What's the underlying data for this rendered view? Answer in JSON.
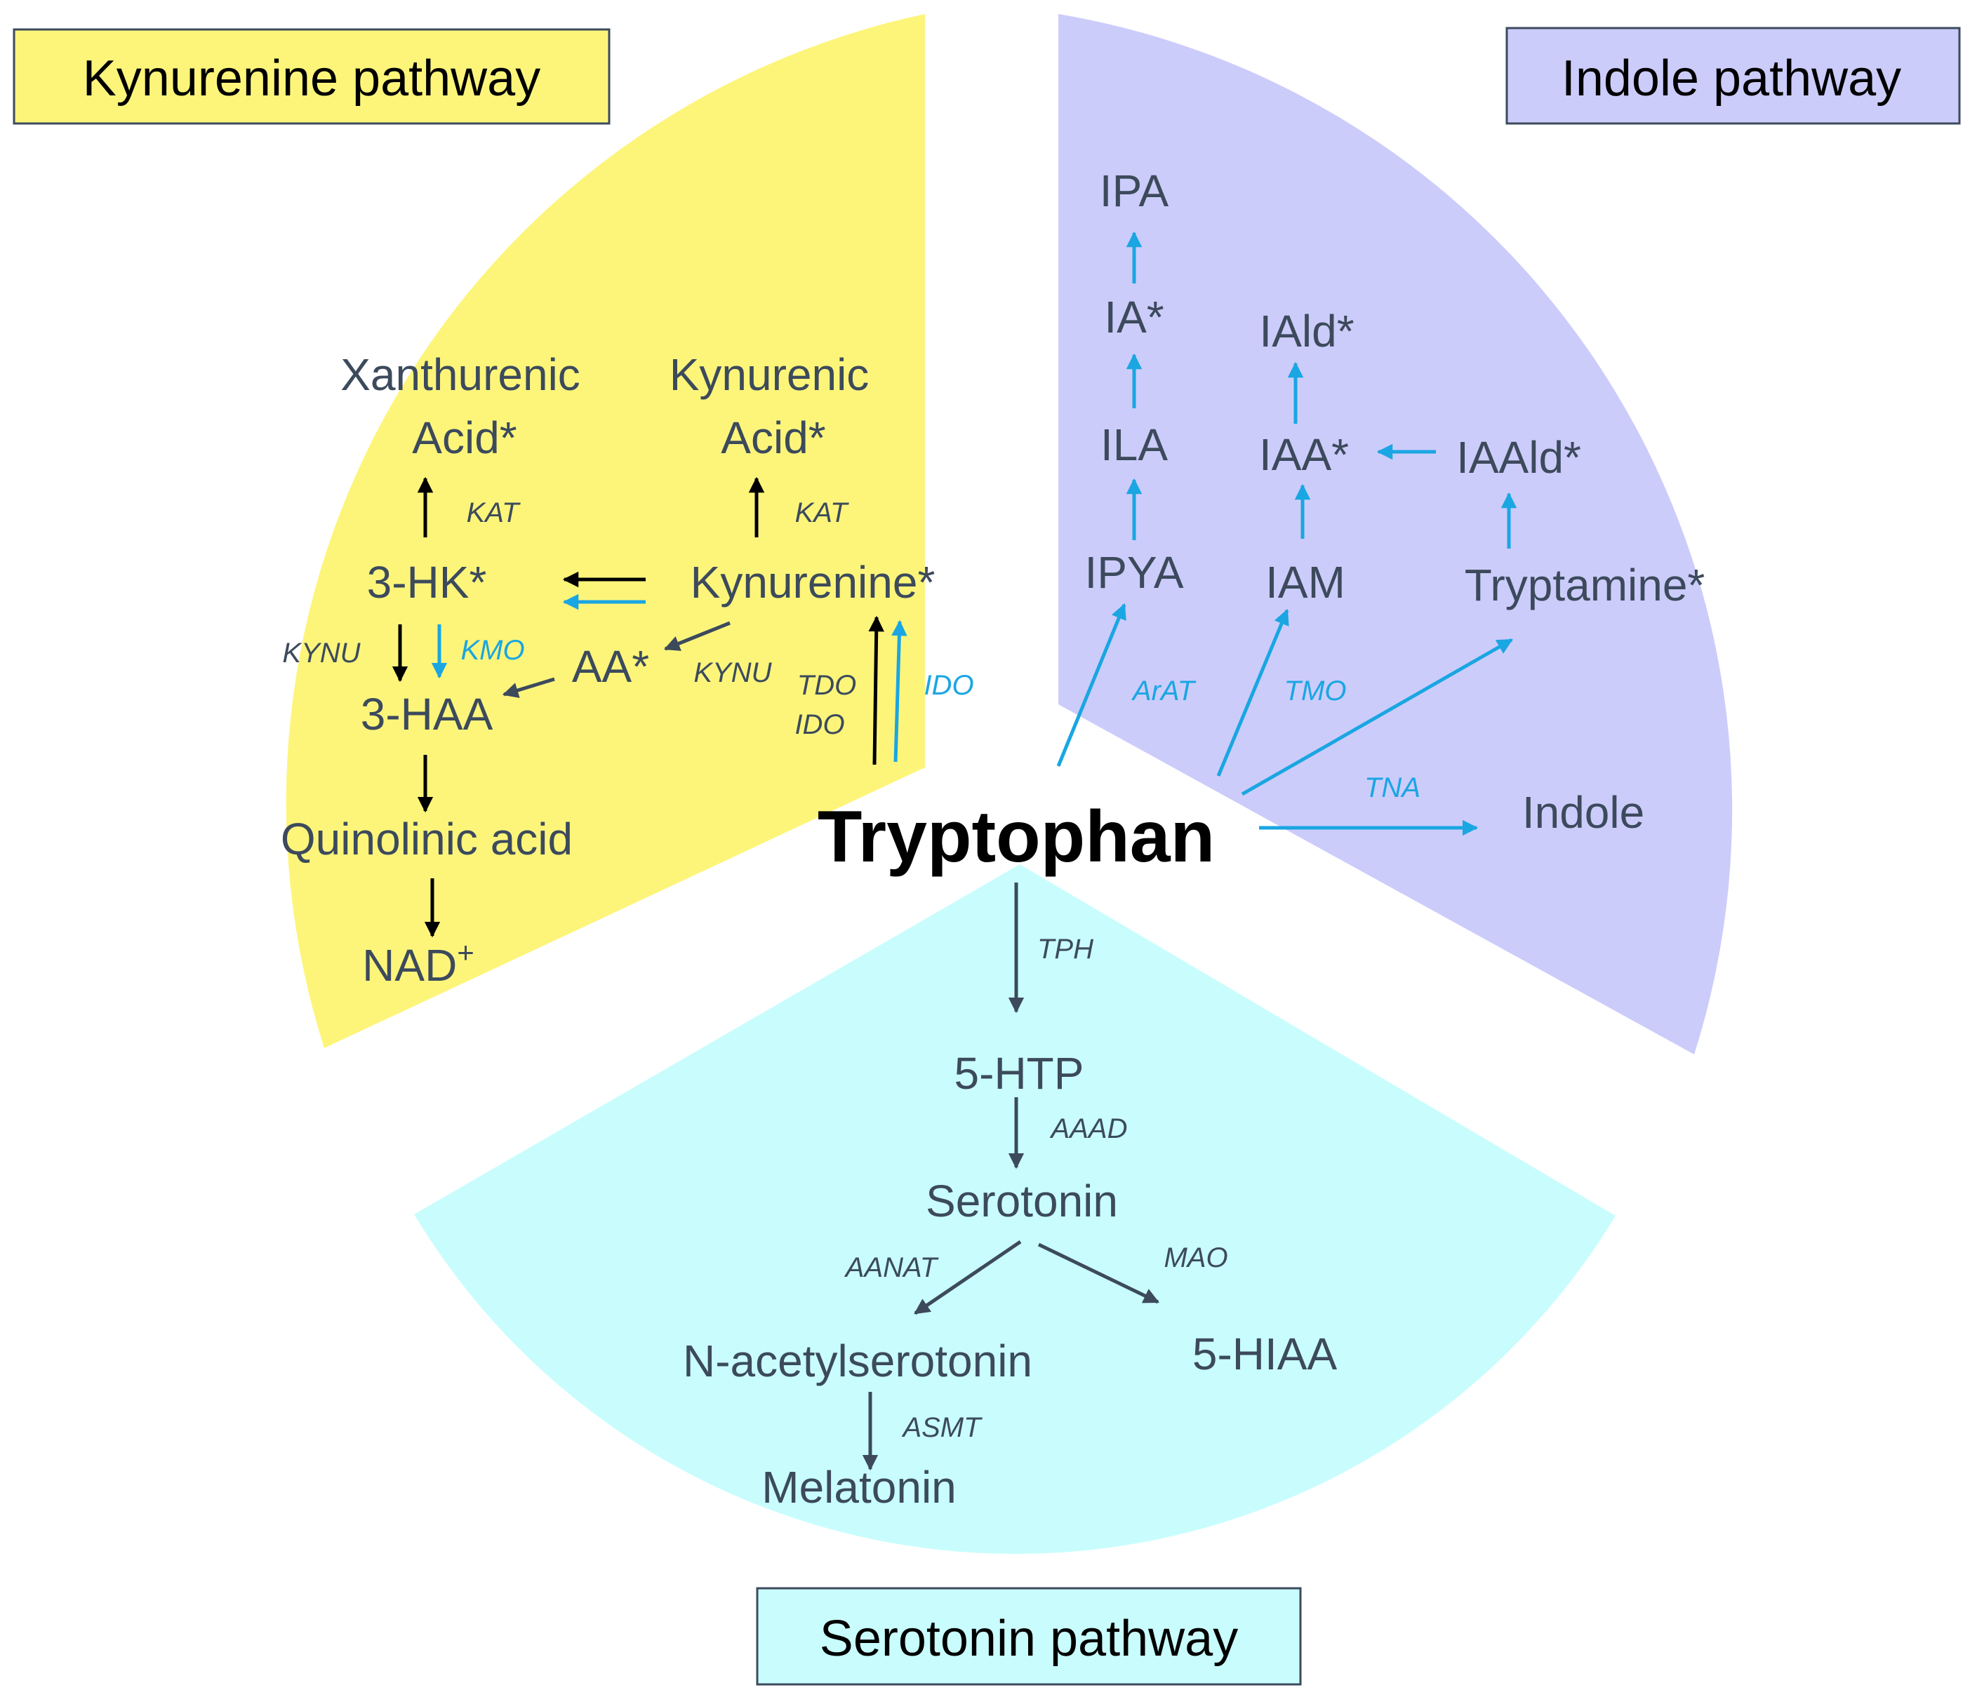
{
  "colors": {
    "kynurenine_sector": "#fdf57a",
    "indole_sector": "#ccccfb",
    "serotonin_sector": "#c9fdfd",
    "label_border": "#3c4a5c",
    "metabolite_text": "#3c4a5c",
    "arrow_black": "#000000",
    "arrow_blue": "#1aa6e2",
    "arrow_gray": "#3c4a5c"
  },
  "center": {
    "label": "Tryptophan"
  },
  "pathways": {
    "kynurenine": {
      "title": "Kynurenine pathway",
      "metabolites": {
        "xanthurenic_1": "Xanthurenic",
        "xanthurenic_2": "Acid*",
        "kynurenic_1": "Kynurenic",
        "kynurenic_2": "Acid*",
        "hk": "3-HK*",
        "kynurenine": "Kynurenine*",
        "aa": "AA*",
        "haa": "3-HAA",
        "quinolinic": "Quinolinic acid",
        "nad": "NAD",
        "nad_sup": "+"
      },
      "enzymes": {
        "kat_1": "KAT",
        "kat_2": "KAT",
        "kynu_1": "KYNU",
        "kmo": "KMO",
        "kynu_2": "KYNU",
        "tdo": "TDO",
        "ido_black": "IDO",
        "ido_blue": "IDO"
      }
    },
    "indole": {
      "title": "Indole pathway",
      "metabolites": {
        "ipa": "IPA",
        "ia": "IA*",
        "iald": "IAld*",
        "ila": "ILA",
        "iaa": "IAA*",
        "iaald": "IAAld*",
        "ipya": "IPYA",
        "iam": "IAM",
        "tryptamine": "Tryptamine*",
        "indole": "Indole"
      },
      "enzymes": {
        "arat": "ArAT",
        "tmo": "TMO",
        "tna": "TNA"
      }
    },
    "serotonin": {
      "title": "Serotonin pathway",
      "metabolites": {
        "htp": "5-HTP",
        "serotonin": "Serotonin",
        "nacetyl": "N-acetylserotonin",
        "hiaa": "5-HIAA",
        "melatonin": "Melatonin"
      },
      "enzymes": {
        "tph": "TPH",
        "aaad": "AAAD",
        "aanat": "AANAT",
        "mao": "MAO",
        "asmt": "ASMT"
      }
    }
  }
}
